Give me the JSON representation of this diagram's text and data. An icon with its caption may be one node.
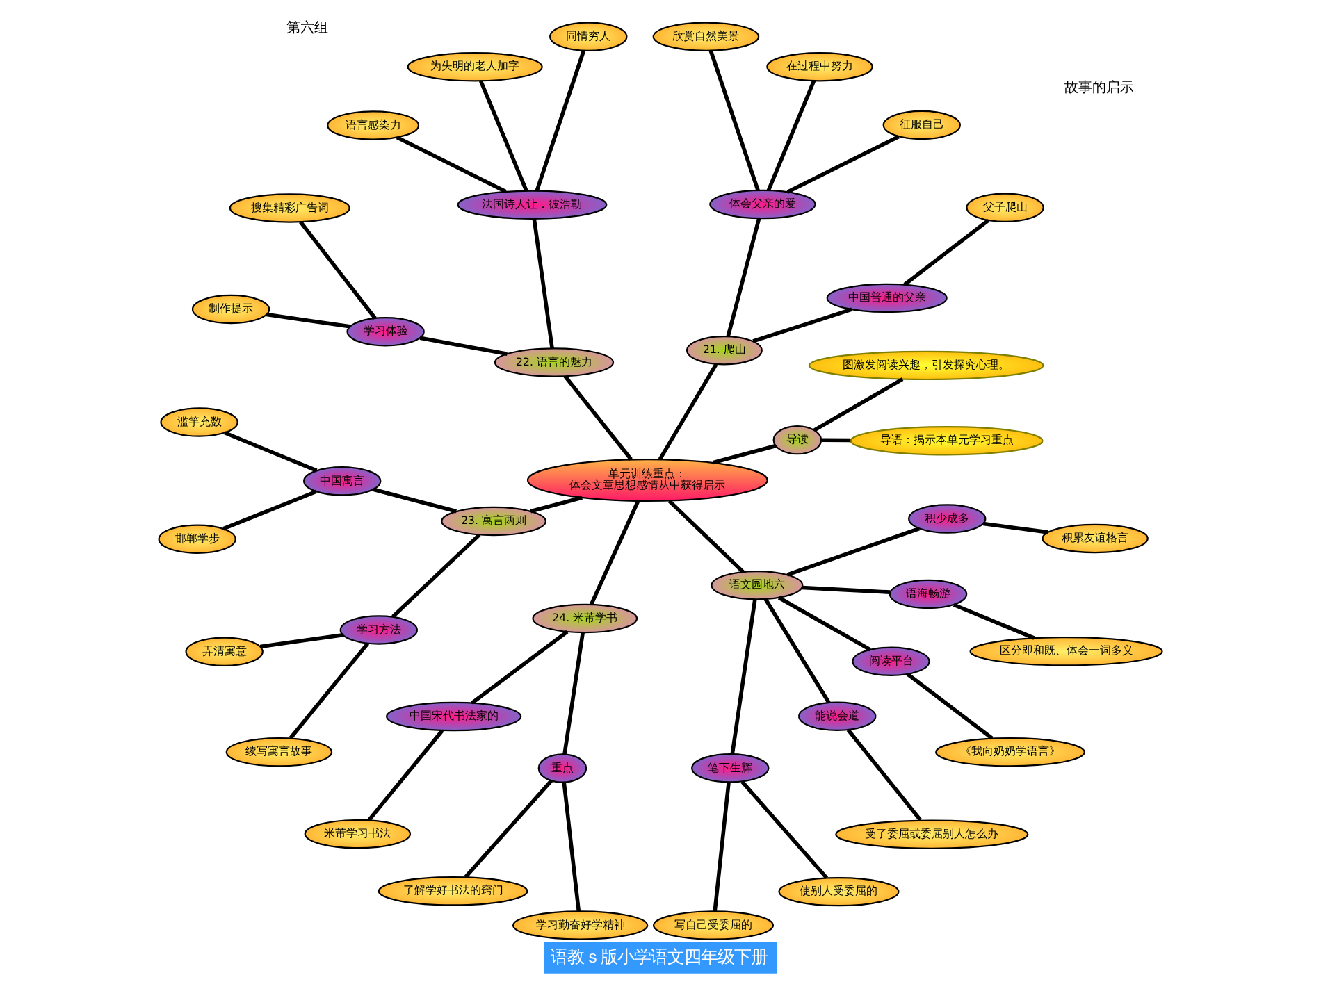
{
  "diagram": {
    "caption": "语教ｓ版小学语文四年级下册",
    "nodes": [
      {
        "text": [
          "单元训练重点：",
          "体会文章思想感情从中获得启示"
        ]
      },
      {
        "text": [
          "导读"
        ]
      },
      {
        "text": [
          "导语：揭示本单元学习重点"
        ]
      },
      {
        "text": [
          "图激发阅读兴趣，引发探究心理。"
        ]
      },
      {
        "text": [
          "21. 爬山"
        ]
      },
      {
        "text": [
          "中国普通的父亲"
        ]
      },
      {
        "text": [
          "父子爬山"
        ]
      },
      {
        "text": [
          "体会父亲的爱"
        ]
      },
      {
        "text": [
          "征服自己"
        ]
      },
      {
        "text": [
          "在过程中努力"
        ]
      },
      {
        "text": [
          "欣赏自然美景"
        ]
      },
      {
        "text": [
          "22. 语言的魅力"
        ]
      },
      {
        "text": [
          "法国诗人让．彼浩勒"
        ]
      },
      {
        "text": [
          "同情穷人"
        ]
      },
      {
        "text": [
          "为失明的老人加字"
        ]
      },
      {
        "text": [
          "语言感染力"
        ]
      },
      {
        "text": [
          "学习体验"
        ]
      },
      {
        "text": [
          "搜集精彩广告词"
        ]
      },
      {
        "text": [
          "制作提示"
        ]
      },
      {
        "text": [
          "23. 寓言两则"
        ]
      },
      {
        "text": [
          "中国寓言"
        ]
      },
      {
        "text": [
          "滥竽充数"
        ]
      },
      {
        "text": [
          "邯郸学步"
        ]
      },
      {
        "text": [
          "学习方法"
        ]
      },
      {
        "text": [
          "弄清寓意"
        ]
      },
      {
        "text": [
          "续写寓言故事"
        ]
      },
      {
        "text": [
          "24. 米芾学书"
        ]
      },
      {
        "text": [
          "中国宋代书法家的"
        ]
      },
      {
        "text": [
          "米芾学习书法"
        ]
      },
      {
        "text": [
          "重点"
        ]
      },
      {
        "text": [
          "了解学好书法的窍门"
        ]
      },
      {
        "text": [
          "学习勤奋好学精神"
        ]
      },
      {
        "text": [
          "语文园地六"
        ]
      },
      {
        "text": [
          "笔下生辉"
        ]
      },
      {
        "text": [
          "写自己受委屈的"
        ]
      },
      {
        "text": [
          "使别人受委屈的"
        ]
      },
      {
        "text": [
          "能说会道"
        ]
      },
      {
        "text": [
          "受了委屈或委屈别人怎么办"
        ]
      },
      {
        "text": [
          "阅读平台"
        ]
      },
      {
        "text": [
          "《我向奶奶学语言》"
        ]
      },
      {
        "text": [
          "语海畅游"
        ]
      },
      {
        "text": [
          "区分即和既、体会一词多义"
        ]
      },
      {
        "text": [
          "积少成多"
        ]
      },
      {
        "text": [
          "积累友谊格言"
        ]
      }
    ],
    "edges": [
      {
        "from": 0,
        "to": 1,
        "arrow": "none"
      },
      {
        "from": 1,
        "to": 2,
        "arrow": "none"
      },
      {
        "from": 1,
        "to": 3,
        "arrow": "none"
      },
      {
        "from": 0,
        "to": 4,
        "arrow": "none"
      },
      {
        "from": 4,
        "to": 5,
        "arrow": "none"
      },
      {
        "from": 5,
        "to": 6,
        "arrow": "none"
      },
      {
        "from": 4,
        "to": 7,
        "arrow": "none"
      },
      {
        "from": 7,
        "to": 8,
        "arrow": "none"
      },
      {
        "from": 7,
        "to": 9,
        "arrow": "none"
      },
      {
        "from": 7,
        "to": 10,
        "arrow": "none"
      },
      {
        "from": 0,
        "to": 11,
        "arrow": "none"
      },
      {
        "from": 11,
        "to": 12,
        "arrow": "none"
      },
      {
        "from": 12,
        "to": 13,
        "arrow": "none"
      },
      {
        "from": 12,
        "to": 14,
        "arrow": "none"
      },
      {
        "from": 12,
        "to": 15,
        "arrow": "none"
      },
      {
        "from": 11,
        "to": 16,
        "arrow": "none"
      },
      {
        "from": 16,
        "to": 17,
        "arrow": "none"
      },
      {
        "from": 16,
        "to": 18,
        "arrow": "none"
      },
      {
        "from": 0,
        "to": 19,
        "arrow": "none"
      },
      {
        "from": 19,
        "to": 20,
        "arrow": "none"
      },
      {
        "from": 20,
        "to": 21,
        "arrow": "none"
      },
      {
        "from": 20,
        "to": 22,
        "arrow": "none"
      },
      {
        "from": 19,
        "to": 23,
        "arrow": "none"
      },
      {
        "from": 23,
        "to": 24,
        "arrow": "none"
      },
      {
        "from": 23,
        "to": 25,
        "arrow": "none"
      },
      {
        "from": 0,
        "to": 26,
        "arrow": "none"
      },
      {
        "from": 26,
        "to": 27,
        "arrow": "none"
      },
      {
        "from": 27,
        "to": 28,
        "arrow": "none"
      },
      {
        "from": 26,
        "to": 29,
        "arrow": "none"
      },
      {
        "from": 29,
        "to": 30,
        "arrow": "none"
      },
      {
        "from": 29,
        "to": 31,
        "arrow": "none"
      },
      {
        "from": 0,
        "to": 32,
        "arrow": "none"
      },
      {
        "from": 32,
        "to": 33,
        "arrow": "none"
      },
      {
        "from": 33,
        "to": 34,
        "arrow": "none"
      },
      {
        "from": 33,
        "to": 35,
        "arrow": "none"
      },
      {
        "from": 32,
        "to": 36,
        "arrow": "none"
      },
      {
        "from": 36,
        "to": 37,
        "arrow": "none"
      },
      {
        "from": 32,
        "to": 38,
        "arrow": "none"
      },
      {
        "from": 38,
        "to": 39,
        "arrow": "none"
      },
      {
        "from": 32,
        "to": 40,
        "arrow": "none"
      },
      {
        "from": 40,
        "to": 41,
        "arrow": "none"
      },
      {
        "from": 32,
        "to": 42,
        "arrow": "none"
      },
      {
        "from": 42,
        "to": 43,
        "arrow": "none"
      }
    ],
    "labels": [
      "故事的启示",
      "第六组"
    ]
  }
}
